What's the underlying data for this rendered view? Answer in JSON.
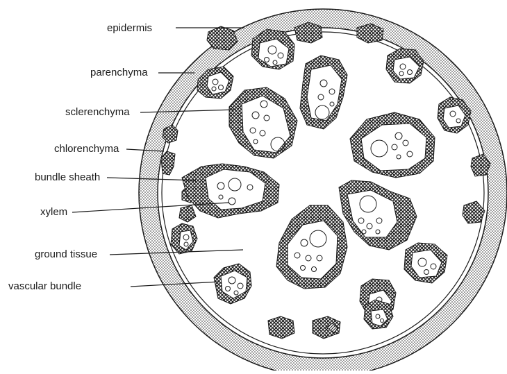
{
  "diagram": {
    "labels": {
      "epidermis": "epidermis",
      "parenchyma": "parenchyma",
      "sclerenchyma": "sclerenchyma",
      "chlorenchyma": "chlorenchyma",
      "bundle_sheath": "bundle sheath",
      "xylem": "xylem",
      "ground_tissue": "ground tissue",
      "vascular_bundle": "vascular bundle"
    },
    "colors": {
      "ink": "#1a1a1a",
      "background": "#ffffff"
    }
  }
}
